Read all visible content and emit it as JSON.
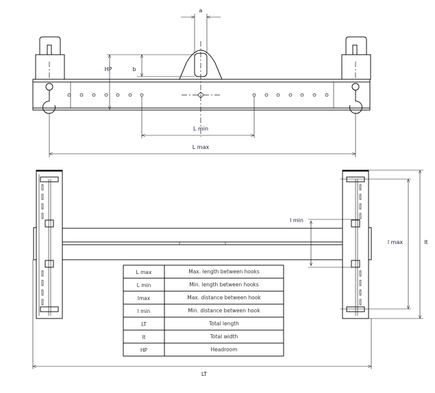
{
  "labels": {
    "a": "a",
    "hp": "HP",
    "b": "b",
    "l_min": "L min",
    "l_max": "L max",
    "lmin_small": "l min",
    "lmax_small": "l max",
    "lt_small": "lt",
    "lt_total": "LT"
  },
  "legend_table": [
    {
      "symbol": "L max",
      "description": "Max. length between hooks"
    },
    {
      "symbol": "L min",
      "description": "Min. length between hooks"
    },
    {
      "symbol": "lmax",
      "description": "Max. distance between hook"
    },
    {
      "symbol": "l min",
      "description": "Min. distance between hook"
    },
    {
      "symbol": "LT",
      "description": "Total length"
    },
    {
      "symbol": "lt",
      "description": "Total width"
    },
    {
      "symbol": "HP",
      "description": "Headroom"
    }
  ]
}
